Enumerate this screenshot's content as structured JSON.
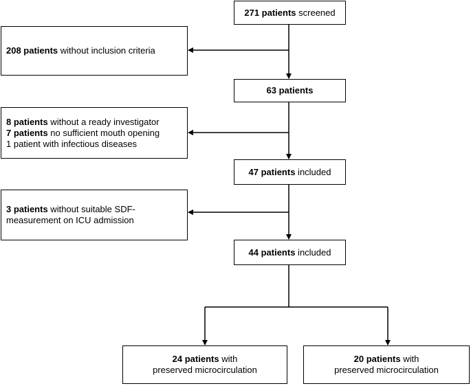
{
  "nodes": {
    "screened": {
      "bold": "271 patients",
      "text": " screened"
    },
    "excl1": {
      "lines": [
        {
          "bold": "208 patients",
          "text": " without inclusion criteria"
        }
      ]
    },
    "n63": {
      "bold": "63 patients",
      "text": ""
    },
    "excl2": {
      "lines": [
        {
          "bold": "8 patients",
          "text": " without a ready investigator"
        },
        {
          "bold": "7 patients",
          "text": " no sufficient mouth opening"
        },
        {
          "bold": "",
          "text": "1 patient with infectious diseases"
        }
      ]
    },
    "n47": {
      "bold": "47 patients",
      "text": " included"
    },
    "excl3": {
      "lines": [
        {
          "bold": "3 patients",
          "text": " without suitable SDF-"
        },
        {
          "bold": "",
          "text": "measurement on ICU admission"
        }
      ]
    },
    "n44": {
      "bold": "44 patients",
      "text": " included"
    },
    "groupA": {
      "bold": "24 patients",
      "text": " with",
      "line2": "preserved microcirculation"
    },
    "groupB": {
      "bold": "20 patients",
      "text": " with",
      "line2": "preserved microcirculation"
    }
  }
}
